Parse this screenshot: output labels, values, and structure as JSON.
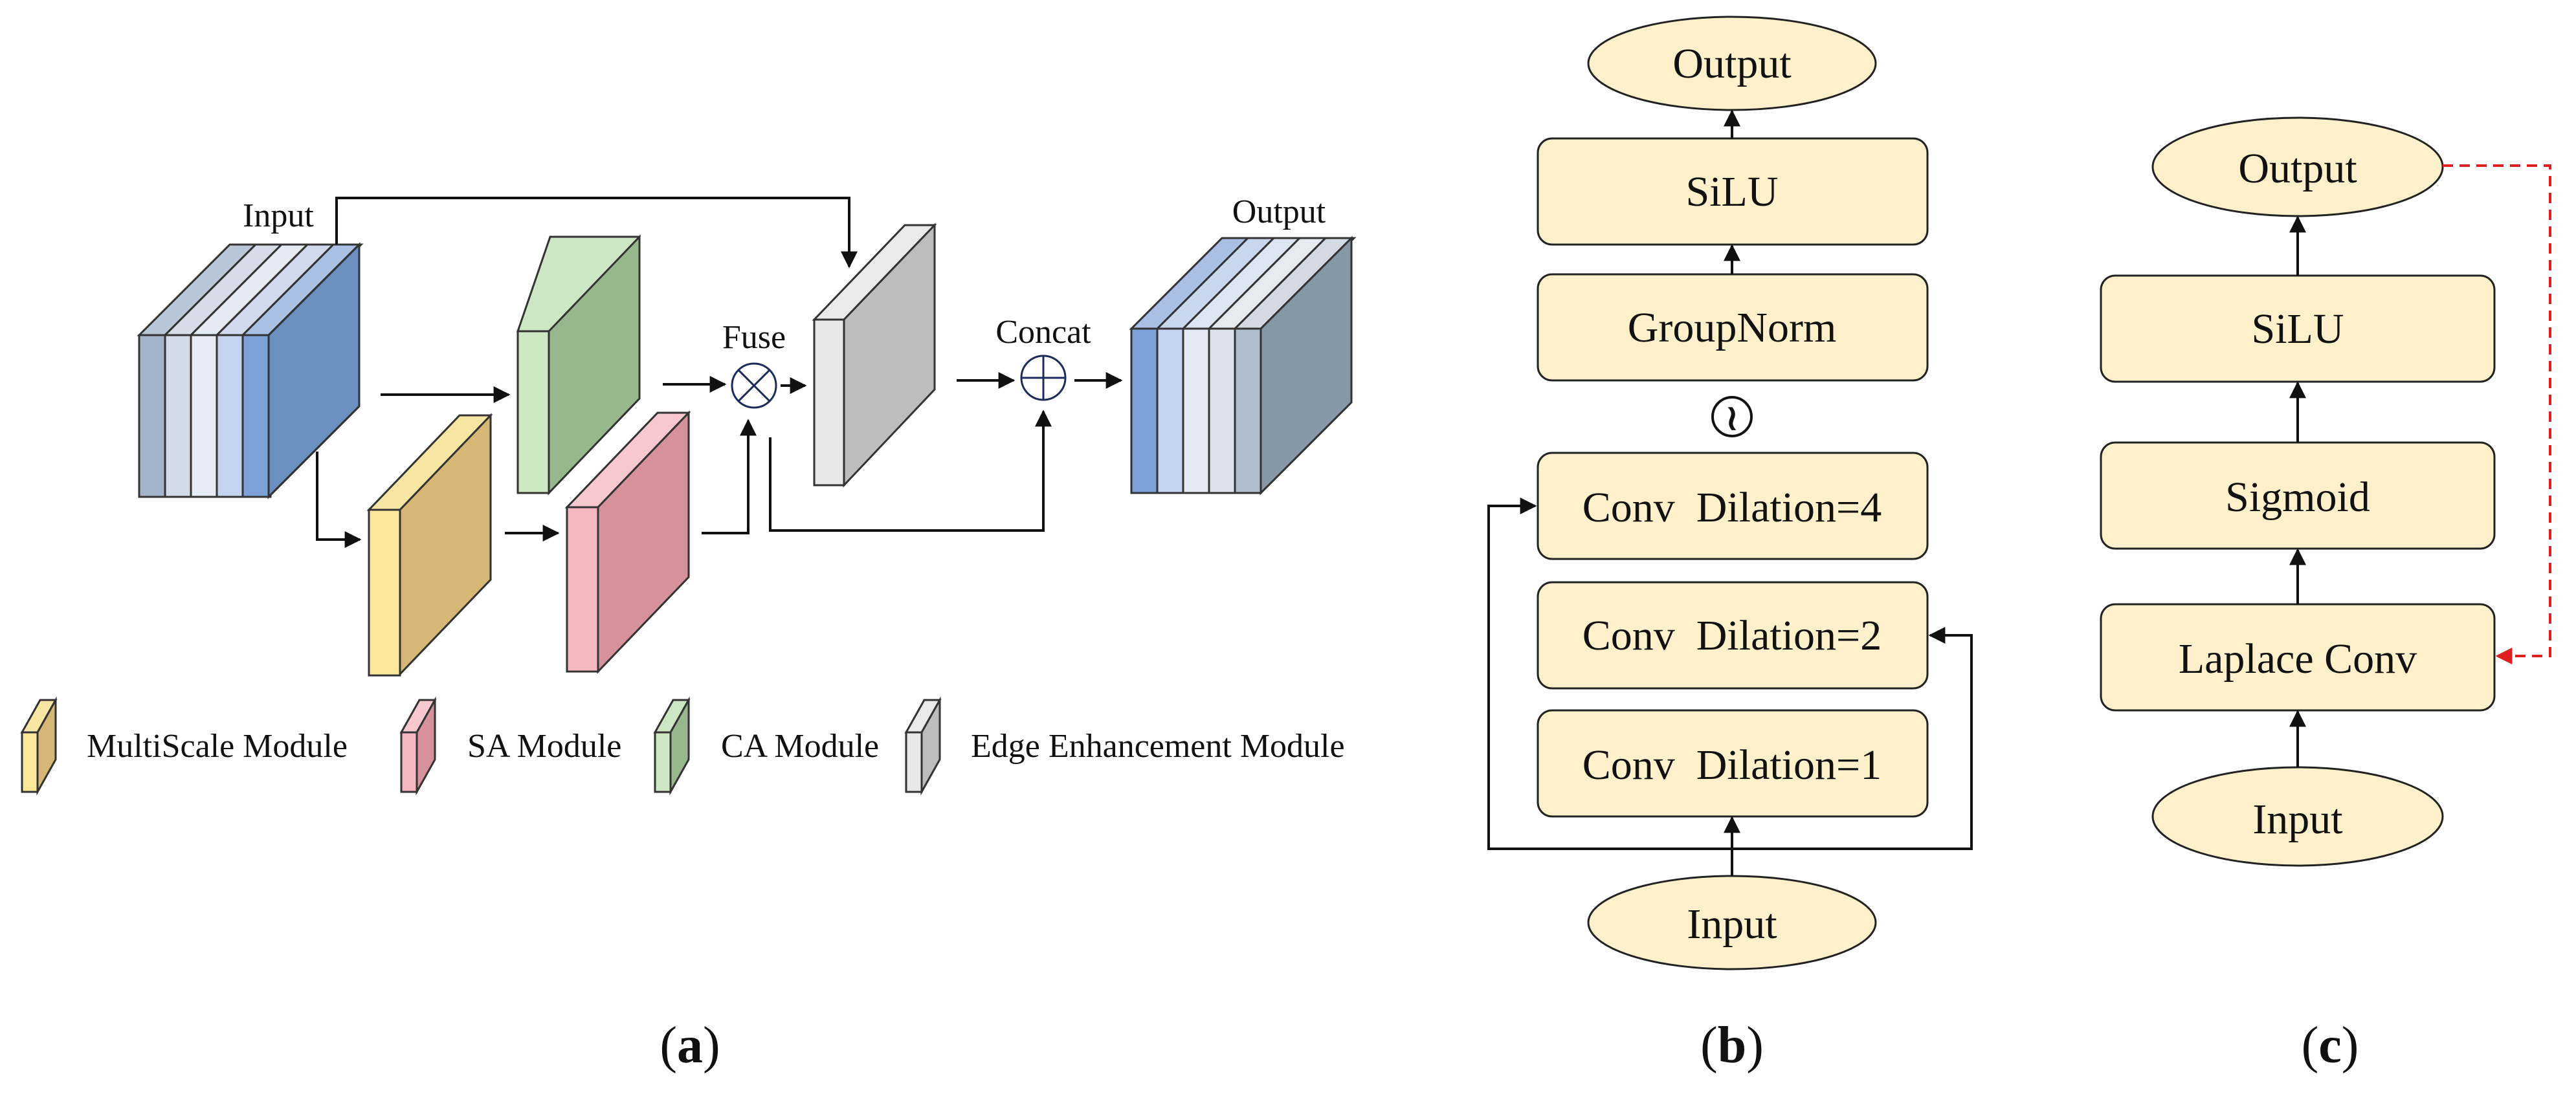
{
  "colors": {
    "node_fill": "#fdf0ca",
    "multiscale": "#d6b775",
    "sa": "#d6919a",
    "ca": "#97b78d",
    "edge": "#bdbdbd",
    "stack_blue": "#6b8fbf",
    "output_gray": "#8698a6",
    "feedback": "#e02020"
  },
  "panel_a": {
    "caption_open": "(",
    "caption_letter": "a",
    "caption_close": ")",
    "input_label": "Input",
    "output_label": "Output",
    "fuse_label": "Fuse",
    "concat_label": "Concat",
    "fuse_symbol": "⊗",
    "concat_symbol": "⊕",
    "legend": [
      {
        "label": "MultiScale Module",
        "color": "multiscale"
      },
      {
        "label": "SA Module",
        "color": "sa"
      },
      {
        "label": "CA Module",
        "color": "ca"
      },
      {
        "label": "Edge Enhancement Module",
        "color": "edge"
      }
    ]
  },
  "panel_b": {
    "caption_open": "(",
    "caption_letter": "b",
    "caption_close": ")",
    "output": "Output",
    "silu": "SiLU",
    "groupnorm": "GroupNorm",
    "sum_symbol": "≀",
    "conv4": "Conv  Dilation=4",
    "conv2": "Conv  Dilation=2",
    "conv1": "Conv  Dilation=1",
    "input": "Input"
  },
  "panel_c": {
    "caption_open": "(",
    "caption_letter": "c",
    "caption_close": ")",
    "output": "Output",
    "silu": "SiLU",
    "sigmoid": "Sigmoid",
    "laplace": "Laplace Conv",
    "input": "Input"
  }
}
